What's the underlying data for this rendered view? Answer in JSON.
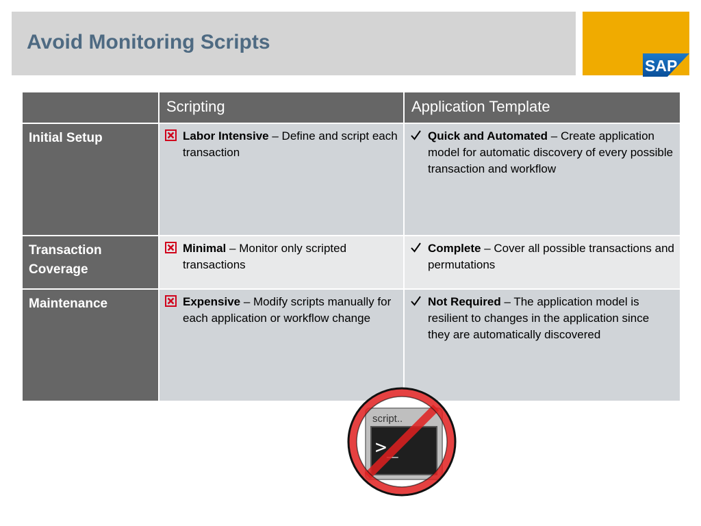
{
  "slide": {
    "title": "Avoid Monitoring Scripts",
    "logo_text": "SAP"
  },
  "table": {
    "headers": [
      "",
      "Scripting",
      "Application Template"
    ],
    "rows": [
      {
        "label": "Initial Setup",
        "scripting": {
          "mark": "cross-box-icon",
          "bold": "Labor Intensive",
          "text": " – Define and script each transaction"
        },
        "template": {
          "mark": "checkmark-icon",
          "bold": "Quick and Automated",
          "text": " – Create application model for automatic discovery of every possible transaction and workflow"
        }
      },
      {
        "label": "Transaction Coverage",
        "scripting": {
          "mark": "cross-box-icon",
          "bold": "Minimal",
          "text": " – Monitor only scripted transactions"
        },
        "template": {
          "mark": "checkmark-icon",
          "bold": "Complete",
          "text": " – Cover all possible transactions and permutations"
        }
      },
      {
        "label": "Maintenance",
        "scripting": {
          "mark": "cross-box-icon",
          "bold": "Expensive",
          "text": " – Modify scripts manually for each application or workflow change"
        },
        "template": {
          "mark": "checkmark-icon",
          "bold": "Not Required",
          "text": " – The application model is resilient to changes in the application since they are automatically discovered"
        }
      }
    ]
  },
  "graphic": {
    "icon": "no-script-icon",
    "terminal_caption": "script..",
    "prompt": ">_"
  },
  "colors": {
    "title": "#4e6a82",
    "title_band": "#d4d4d4",
    "logo_band": "#f0ab00",
    "header_gray": "#666666",
    "cell_gray": "#d0d4d8",
    "cell_light": "#e8e9ea",
    "cross_red": "#d0021b",
    "prohibit_red": "#e02020"
  }
}
